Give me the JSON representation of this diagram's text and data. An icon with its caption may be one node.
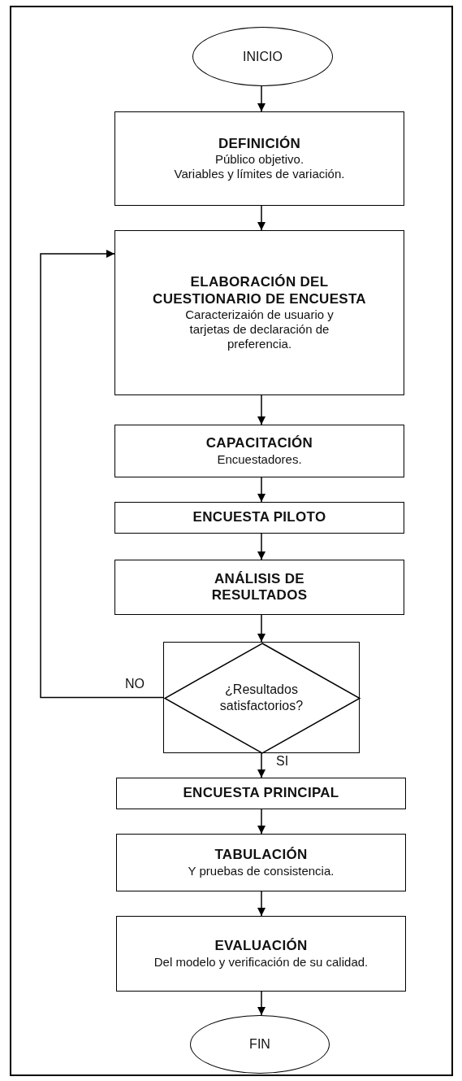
{
  "diagram": {
    "nodes": [
      {
        "text": [
          "INICIO"
        ]
      },
      {
        "text": [
          "DEFINICIÓN",
          "Público objetivo.",
          "Variables y límites de variación."
        ]
      },
      {
        "text": [
          "ELABORACIÓN DEL CUESTIONARIO DE ENCUESTA",
          "Caracterizaión de usuario y tarjetas de declaración de preferencia."
        ]
      },
      {
        "text": [
          "CAPACITACIÓN",
          "Encuestadores."
        ]
      },
      {
        "text": [
          "ENCUESTA PILOTO"
        ]
      },
      {
        "text": [
          "ANÁLISIS DE RESULTADOS"
        ]
      },
      {
        "text": [
          "¿Resultados satisfactorios?"
        ]
      },
      {
        "text": [
          "ENCUESTA PRINCIPAL"
        ]
      },
      {
        "text": [
          "TABULACIÓN",
          "Y pruebas de consistencia."
        ]
      },
      {
        "text": [
          "EVALUACIÓN",
          "Del modelo y verificación de su calidad."
        ]
      },
      {
        "text": [
          "FIN"
        ]
      }
    ],
    "edges": [
      {
        "from": 0,
        "to": 1,
        "arrow": "to"
      },
      {
        "from": 1,
        "to": 2,
        "arrow": "to"
      },
      {
        "from": 2,
        "to": 3,
        "arrow": "to"
      },
      {
        "from": 3,
        "to": 4,
        "arrow": "to"
      },
      {
        "from": 4,
        "to": 5,
        "arrow": "to"
      },
      {
        "from": 5,
        "to": 6,
        "arrow": "to"
      },
      {
        "from": 6,
        "to": 2,
        "label": "NO",
        "arrow": "to"
      },
      {
        "from": 6,
        "to": 7,
        "label": "SI",
        "arrow": "to"
      },
      {
        "from": 7,
        "to": 8,
        "arrow": "to"
      },
      {
        "from": 8,
        "to": 9,
        "arrow": "to"
      },
      {
        "from": 9,
        "to": 10,
        "arrow": "to"
      }
    ]
  }
}
